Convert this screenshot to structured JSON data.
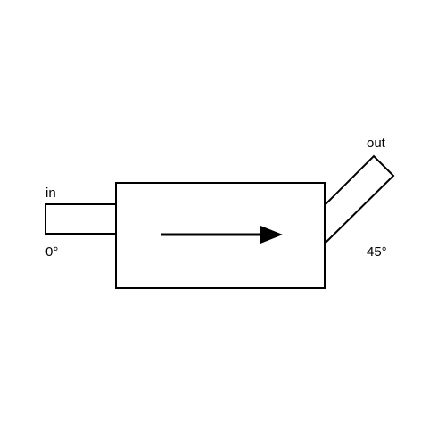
{
  "diagram": {
    "inlet": {
      "label": "in",
      "angle_label": "0°"
    },
    "outlet": {
      "label": "out",
      "angle_label": "45°"
    },
    "flow_direction": "left-to-right",
    "colors": {
      "stroke": "#000000",
      "fill": "#ffffff"
    }
  }
}
